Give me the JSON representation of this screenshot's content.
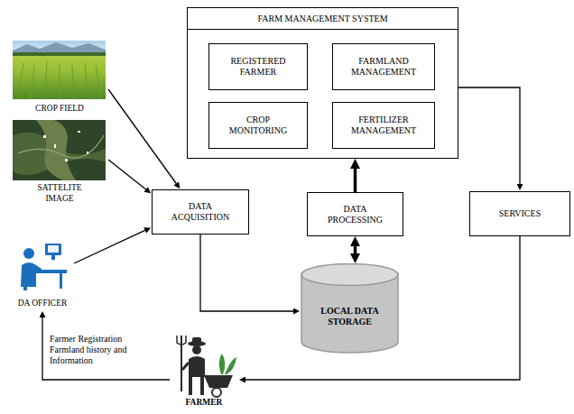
{
  "diagram": {
    "nodes": [
      {
        "text": [
          "FARM MANAGEMENT SYSTEM"
        ]
      },
      {
        "text": [
          "REGISTERED FARMER"
        ],
        "in": 0
      },
      {
        "text": [
          "FARMLAND MANAGEMENT"
        ],
        "in": 0
      },
      {
        "text": [
          "CROP MONITORING"
        ],
        "in": 0
      },
      {
        "text": [
          "FERTILIZER MANAGEMENT"
        ],
        "in": 0
      },
      {
        "text": [
          "CROP FIELD"
        ]
      },
      {
        "text": [
          "SATTELITE IMAGE"
        ]
      },
      {
        "text": [
          "DATA ACQUISITION"
        ]
      },
      {
        "text": [
          "DATA PROCESSING"
        ]
      },
      {
        "text": [
          "SERVICES"
        ]
      },
      {
        "text": [
          "DA OFFICER"
        ]
      },
      {
        "text": [
          "LOCAL DATA STORAGE"
        ]
      },
      {
        "text": [
          "FARMER"
        ]
      }
    ],
    "edges": [
      {
        "from": 5,
        "to": 7,
        "arrow": "to"
      },
      {
        "from": 6,
        "to": 7,
        "arrow": "to"
      },
      {
        "from": 10,
        "to": 7,
        "arrow": "to"
      },
      {
        "from": 7,
        "to": 11,
        "arrow": "to"
      },
      {
        "from": 8,
        "to": 11,
        "arrow": "both"
      },
      {
        "from": 8,
        "to": 0,
        "arrow": "to"
      },
      {
        "from": 0,
        "to": 9,
        "arrow": "to"
      },
      {
        "from": 9,
        "to": 12,
        "arrow": "to"
      },
      {
        "from": 12,
        "to": 10,
        "label": "Farmer Registration Farmland history and Information",
        "arrow": "to"
      }
    ]
  }
}
